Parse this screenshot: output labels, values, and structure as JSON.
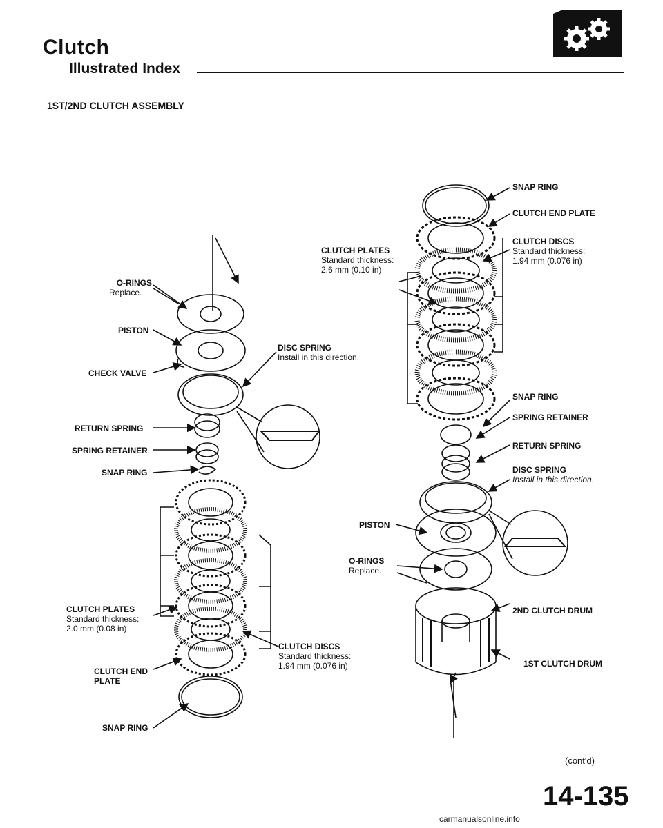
{
  "header": {
    "title": "Clutch",
    "subtitle": "Illustrated Index",
    "logo_icon": "gears-icon"
  },
  "section_title": "1ST/2ND CLUTCH ASSEMBLY",
  "left_labels": {
    "o_rings": {
      "name": "O-RINGS",
      "note": "Replace."
    },
    "piston": "PISTON",
    "check_valve": "CHECK VALVE",
    "return_spring": "RETURN SPRING",
    "spring_retainer": "SPRING RETAINER",
    "snap_ring_upper": "SNAP RING",
    "clutch_plates": {
      "name": "CLUTCH PLATES",
      "note1": "Standard thickness:",
      "note2": "2.0 mm (0.08 in)"
    },
    "clutch_end_plate": {
      "line1": "CLUTCH END",
      "line2": "PLATE"
    },
    "snap_ring_lower": "SNAP RING"
  },
  "center_labels": {
    "clutch_plates": {
      "name": "CLUTCH PLATES",
      "note1": "Standard thickness:",
      "note2": "2.6 mm (0.10 in)"
    },
    "disc_spring": {
      "name": "DISC SPRING",
      "note": "Install in this direction."
    },
    "piston": "PISTON",
    "o_rings": {
      "name": "O-RINGS",
      "note": "Replace."
    },
    "clutch_discs": {
      "name": "CLUTCH DISCS",
      "note1": "Standard thickness:",
      "note2": "1.94 mm (0.076 in)"
    }
  },
  "right_labels": {
    "snap_ring_top": "SNAP RING",
    "clutch_end_plate": "CLUTCH END PLATE",
    "clutch_discs": {
      "name": "CLUTCH DISCS",
      "note1": "Standard thickness:",
      "note2": "1.94 mm (0.076 in)"
    },
    "snap_ring_mid": "SNAP RING",
    "spring_retainer": "SPRING RETAINER",
    "return_spring": "RETURN SPRING",
    "disc_spring": {
      "name": "DISC SPRING",
      "note": "Install in this direction."
    },
    "drum_2nd": "2ND CLUTCH DRUM",
    "drum_1st": "1ST CLUTCH DRUM"
  },
  "footer": {
    "contd": "(cont'd)",
    "page_number": "14-135",
    "watermark": "carmanualsonline.info"
  }
}
